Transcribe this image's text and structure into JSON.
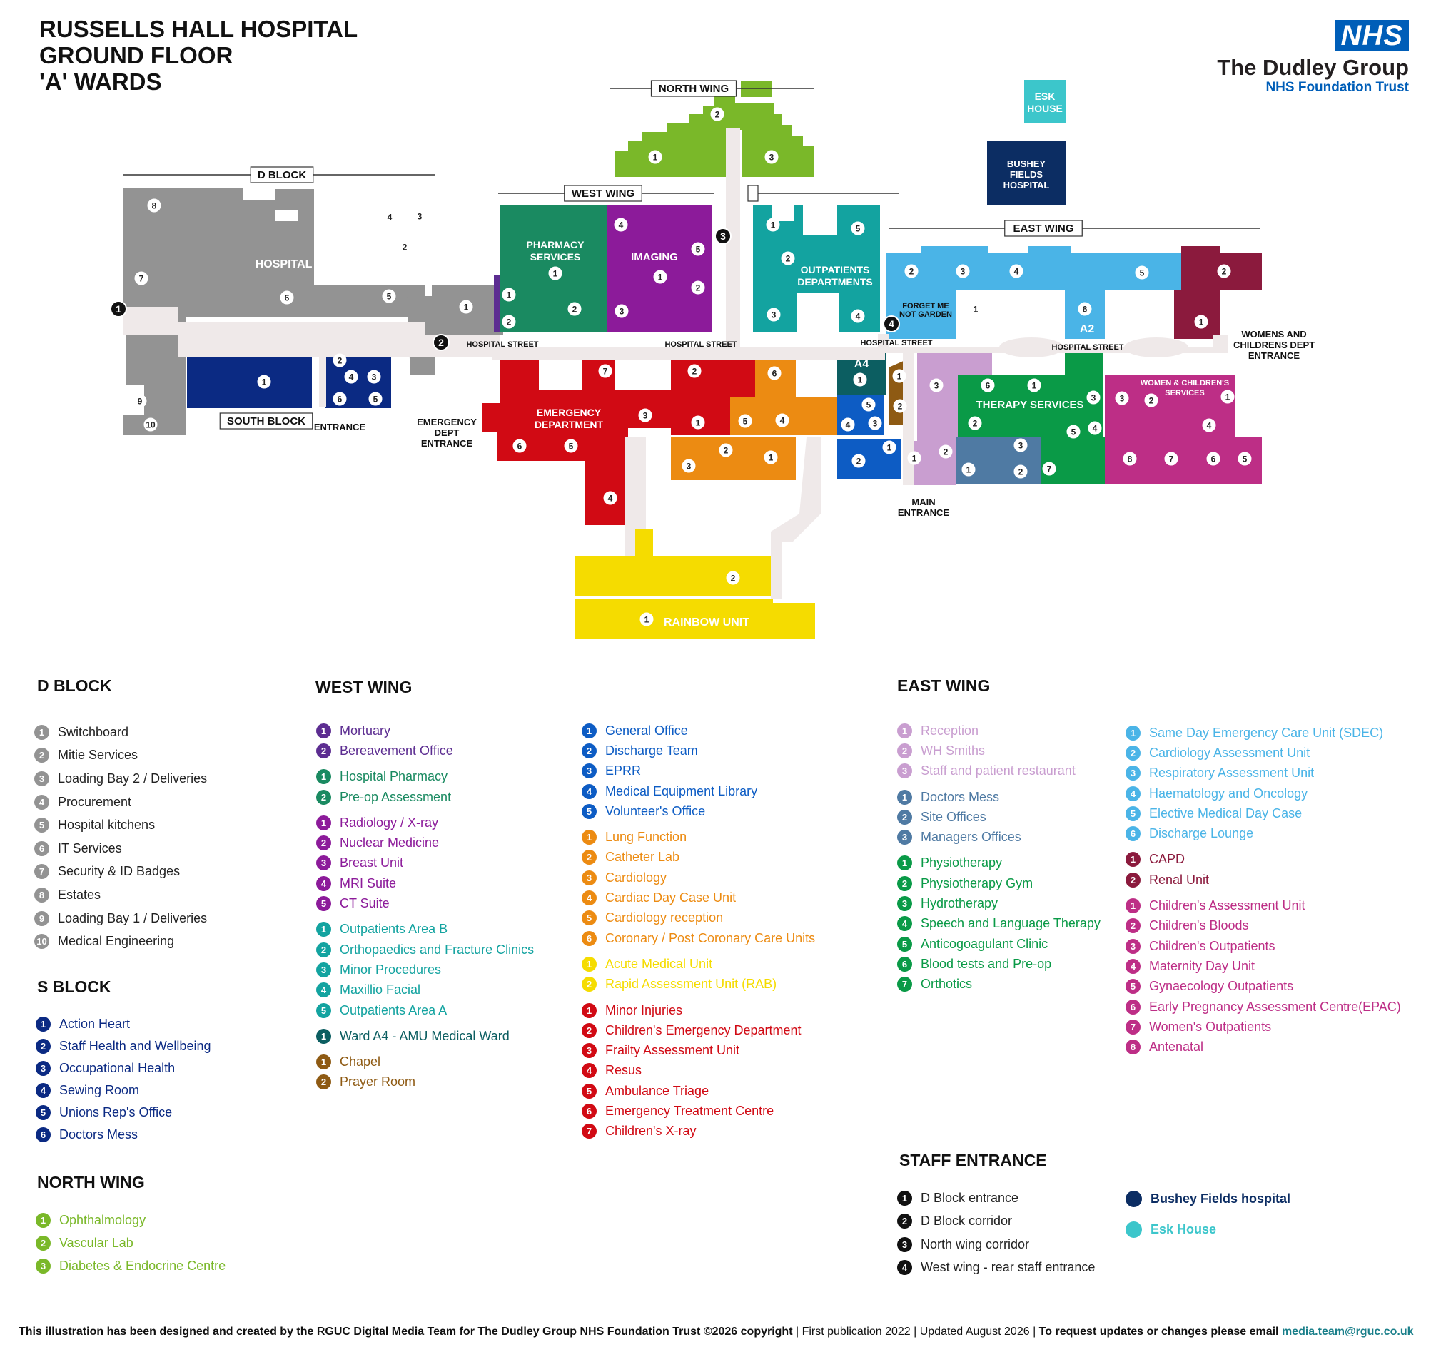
{
  "title": [
    "RUSSELLS HALL HOSPITAL",
    "GROUND FLOOR",
    "'A' WARDS"
  ],
  "logo": {
    "nhs": "NHS",
    "org": "The Dudley Group",
    "trust": "NHS Foundation Trust"
  },
  "colors": {
    "d_block": "#939393",
    "s_block": "#0b2a83",
    "north": "#7ab829",
    "mortuary": "#5c2d91",
    "pharmacy": "#1a8a61",
    "imaging": "#8c1b9a",
    "outpatients": "#13a3a0",
    "ward_a4": "#0c5e61",
    "chapel": "#8e5a13",
    "general": "#0d5cc4",
    "cardio": "#ec8b12",
    "amu": "#f5dc00",
    "ed": "#d10a14",
    "reception": "#c99ed0",
    "doctors": "#4f7aa3",
    "therapy": "#0a9a47",
    "east_upper": "#4ab4e7",
    "capd": "#8b1a3d",
    "women": "#bd2e86",
    "staff": "#111111",
    "bushey": "#0c2d63",
    "esk": "#3cc6cb",
    "corridor": "#efe9e9"
  },
  "map": {
    "wing_labels": {
      "north": "NORTH WING",
      "d_block": "D BLOCK",
      "west": "WEST WING",
      "east": "EAST WING",
      "south": "SOUTH BLOCK"
    },
    "areas": {
      "hospital_services": "HOSPITAL SERVICES",
      "pharmacy": [
        "PHARMACY",
        "SERVICES"
      ],
      "imaging": "IMAGING",
      "outpatients": [
        "OUTPATIENTS",
        "DEPARTMENTS"
      ],
      "emergency": [
        "EMERGENCY",
        "DEPARTMENT"
      ],
      "therapy": "THERAPY SERVICES",
      "women": [
        "WOMEN & CHILDREN'S",
        "SERVICES"
      ],
      "rainbow": "RAINBOW UNIT",
      "a4": "A4",
      "a2_left": "A2",
      "a2_right": "A2",
      "esk": [
        "ESK",
        "HOUSE"
      ],
      "bushey": [
        "BUSHEY",
        "FIELDS",
        "HOSPITAL"
      ]
    },
    "street_label": "HOSPITAL STREET",
    "entrances": {
      "entrance": "ENTRANCE",
      "ed": [
        "EMERGENCY",
        "DEPT",
        "ENTRANCE"
      ],
      "main": [
        "MAIN",
        "ENTRANCE"
      ],
      "women": [
        "WOMENS AND",
        "CHILDRENS DEPT",
        "ENTRANCE"
      ],
      "forget": [
        "FORGET ME",
        "NOT GARDEN"
      ]
    }
  },
  "legend": {
    "d_block": {
      "heading": "D BLOCK",
      "items": [
        {
          "n": "1",
          "label": "Switchboard"
        },
        {
          "n": "2",
          "label": "Mitie Services"
        },
        {
          "n": "3",
          "label": "Loading Bay 2 / Deliveries"
        },
        {
          "n": "4",
          "label": "Procurement"
        },
        {
          "n": "5",
          "label": "Hospital kitchens"
        },
        {
          "n": "6",
          "label": "IT Services"
        },
        {
          "n": "7",
          "label": "Security & ID Badges"
        },
        {
          "n": "8",
          "label": "Estates"
        },
        {
          "n": "9",
          "label": "Loading Bay 1 / Deliveries"
        },
        {
          "n": "10",
          "label": "Medical Engineering"
        }
      ]
    },
    "s_block": {
      "heading": "S BLOCK",
      "items": [
        {
          "n": "1",
          "label": "Action Heart"
        },
        {
          "n": "2",
          "label": "Staff Health and Wellbeing"
        },
        {
          "n": "3",
          "label": "Occupational Health"
        },
        {
          "n": "4",
          "label": "Sewing Room"
        },
        {
          "n": "5",
          "label": "Unions Rep's Office"
        },
        {
          "n": "6",
          "label": "Doctors Mess"
        }
      ]
    },
    "north_wing": {
      "heading": "NORTH WING",
      "items": [
        {
          "n": "1",
          "label": "Ophthalmology"
        },
        {
          "n": "2",
          "label": "Vascular Lab"
        },
        {
          "n": "3",
          "label": "Diabetes & Endocrine Centre"
        }
      ]
    },
    "west_wing": {
      "heading": "WEST WING",
      "col1": [
        {
          "n": "1",
          "label": "Mortuary",
          "c": "mortuary"
        },
        {
          "n": "2",
          "label": "Bereavement Office",
          "c": "mortuary"
        },
        {
          "n": "1",
          "label": "Hospital Pharmacy",
          "c": "pharmacy"
        },
        {
          "n": "2",
          "label": "Pre-op Assessment",
          "c": "pharmacy"
        },
        {
          "n": "1",
          "label": "Radiology / X-ray",
          "c": "imaging"
        },
        {
          "n": "2",
          "label": "Nuclear Medicine",
          "c": "imaging"
        },
        {
          "n": "3",
          "label": "Breast Unit",
          "c": "imaging"
        },
        {
          "n": "4",
          "label": "MRI Suite",
          "c": "imaging"
        },
        {
          "n": "5",
          "label": "CT Suite",
          "c": "imaging"
        },
        {
          "n": "1",
          "label": "Outpatients Area B",
          "c": "outpatients"
        },
        {
          "n": "2",
          "label": "Orthopaedics and Fracture Clinics",
          "c": "outpatients"
        },
        {
          "n": "3",
          "label": "Minor Procedures",
          "c": "outpatients"
        },
        {
          "n": "4",
          "label": "Maxillio Facial",
          "c": "outpatients"
        },
        {
          "n": "5",
          "label": "Outpatients Area A",
          "c": "outpatients"
        },
        {
          "n": "1",
          "label": "Ward A4 - AMU Medical Ward",
          "c": "ward_a4"
        },
        {
          "n": "1",
          "label": "Chapel",
          "c": "chapel"
        },
        {
          "n": "2",
          "label": "Prayer Room",
          "c": "chapel"
        }
      ],
      "col2": [
        {
          "n": "1",
          "label": "General Office",
          "c": "general"
        },
        {
          "n": "2",
          "label": "Discharge Team",
          "c": "general"
        },
        {
          "n": "3",
          "label": "EPRR",
          "c": "general"
        },
        {
          "n": "4",
          "label": "Medical Equipment Library",
          "c": "general"
        },
        {
          "n": "5",
          "label": "Volunteer's Office",
          "c": "general"
        },
        {
          "n": "1",
          "label": "Lung Function",
          "c": "cardio"
        },
        {
          "n": "2",
          "label": "Catheter Lab",
          "c": "cardio"
        },
        {
          "n": "3",
          "label": "Cardiology",
          "c": "cardio"
        },
        {
          "n": "4",
          "label": "Cardiac Day Case Unit",
          "c": "cardio"
        },
        {
          "n": "5",
          "label": "Cardiology reception",
          "c": "cardio"
        },
        {
          "n": "6",
          "label": "Coronary / Post Coronary Care Units",
          "c": "cardio"
        },
        {
          "n": "1",
          "label": "Acute Medical Unit",
          "c": "amu"
        },
        {
          "n": "2",
          "label": "Rapid Assessment Unit (RAB)",
          "c": "amu"
        },
        {
          "n": "1",
          "label": "Minor Injuries",
          "c": "ed"
        },
        {
          "n": "2",
          "label": "Children's Emergency Department",
          "c": "ed"
        },
        {
          "n": "3",
          "label": "Frailty Assessment Unit",
          "c": "ed"
        },
        {
          "n": "4",
          "label": "Resus",
          "c": "ed"
        },
        {
          "n": "5",
          "label": "Ambulance Triage",
          "c": "ed"
        },
        {
          "n": "6",
          "label": "Emergency Treatment Centre",
          "c": "ed"
        },
        {
          "n": "7",
          "label": "Children's X-ray",
          "c": "ed"
        }
      ]
    },
    "east_wing": {
      "heading": "EAST WING",
      "col1": [
        {
          "n": "1",
          "label": "Reception",
          "c": "reception"
        },
        {
          "n": "2",
          "label": "WH Smiths",
          "c": "reception"
        },
        {
          "n": "3",
          "label": "Staff and patient restaurant",
          "c": "reception"
        },
        {
          "n": "1",
          "label": "Doctors Mess",
          "c": "doctors"
        },
        {
          "n": "2",
          "label": "Site Offices",
          "c": "doctors"
        },
        {
          "n": "3",
          "label": "Managers Offices",
          "c": "doctors"
        },
        {
          "n": "1",
          "label": "Physiotherapy",
          "c": "therapy"
        },
        {
          "n": "2",
          "label": "Physiotherapy Gym",
          "c": "therapy"
        },
        {
          "n": "3",
          "label": "Hydrotherapy",
          "c": "therapy"
        },
        {
          "n": "4",
          "label": "Speech and Language Therapy",
          "c": "therapy"
        },
        {
          "n": "5",
          "label": "Anticogoagulant Clinic",
          "c": "therapy"
        },
        {
          "n": "6",
          "label": "Blood tests and Pre-op",
          "c": "therapy"
        },
        {
          "n": "7",
          "label": "Orthotics",
          "c": "therapy"
        }
      ],
      "col2": [
        {
          "n": "1",
          "label": "Same Day Emergency Care Unit (SDEC)",
          "c": "east_upper"
        },
        {
          "n": "2",
          "label": "Cardiology Assessment Unit",
          "c": "east_upper"
        },
        {
          "n": "3",
          "label": "Respiratory Assessment Unit",
          "c": "east_upper"
        },
        {
          "n": "4",
          "label": "Haematology and Oncology",
          "c": "east_upper"
        },
        {
          "n": "5",
          "label": "Elective Medical Day Case",
          "c": "east_upper"
        },
        {
          "n": "6",
          "label": "Discharge Lounge",
          "c": "east_upper"
        },
        {
          "n": "1",
          "label": "CAPD",
          "c": "capd"
        },
        {
          "n": "2",
          "label": "Renal Unit",
          "c": "capd"
        },
        {
          "n": "1",
          "label": "Children's Assessment Unit",
          "c": "women"
        },
        {
          "n": "2",
          "label": "Children's Bloods",
          "c": "women"
        },
        {
          "n": "3",
          "label": "Children's Outpatients",
          "c": "women"
        },
        {
          "n": "4",
          "label": "Maternity Day Unit",
          "c": "women"
        },
        {
          "n": "5",
          "label": "Gynaecology Outpatients",
          "c": "women"
        },
        {
          "n": "6",
          "label": "Early Pregnancy Assessment Centre(EPAC)",
          "c": "women"
        },
        {
          "n": "7",
          "label": "Women's Outpatients",
          "c": "women"
        },
        {
          "n": "8",
          "label": "Antenatal",
          "c": "women"
        }
      ]
    },
    "staff_entrance": {
      "heading": "STAFF ENTRANCE",
      "items": [
        {
          "n": "1",
          "label": "D Block entrance"
        },
        {
          "n": "2",
          "label": "D Block corridor"
        },
        {
          "n": "3",
          "label": "North wing corridor"
        },
        {
          "n": "4",
          "label": "West wing - rear staff entrance"
        }
      ]
    },
    "other": [
      {
        "label": "Bushey Fields hospital",
        "c": "bushey"
      },
      {
        "label": "Esk House",
        "c": "esk"
      }
    ]
  },
  "footer": {
    "text": "This illustration has been designed and created by the RGUC Digital Media Team for The Dudley Group NHS Foundation Trust  ©2026 copyright",
    "pub": " | First publication 2022 | Updated August 2026 | ",
    "request": "To request updates or changes please email ",
    "email": "media.team@rguc.co.uk"
  }
}
